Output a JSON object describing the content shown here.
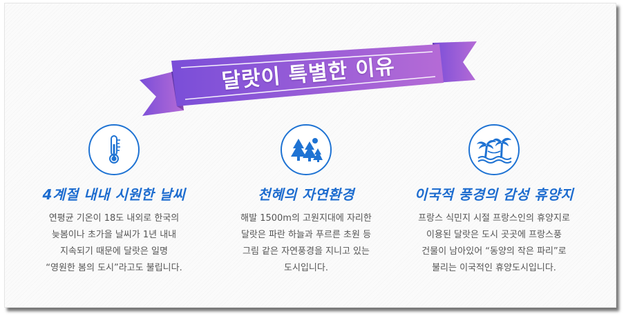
{
  "banner": {
    "title": "달랏이 특별한 이유"
  },
  "features": [
    {
      "icon": "thermometer-icon",
      "title": "4계절 내내 시원한 날씨",
      "lines": [
        "연평균 기온이 18도 내외로 한국의",
        "늦봄이나 초가을 날씨가 1년 내내",
        "지속되기 때문에 달랏은 일명",
        "“영원한 봄의 도시”라고도 불립니다."
      ]
    },
    {
      "icon": "pine-trees-icon",
      "title": "천혜의 자연환경",
      "lines": [
        "해발 1500m의 고원지대에 자리한",
        "달랏은 파란 하늘과 푸르른 초원 등",
        "그림 같은 자연풍경을 지니고 있는",
        "도시입니다."
      ]
    },
    {
      "icon": "palm-trees-icon",
      "title": "이국적 풍경의 감성 휴양지",
      "lines": [
        "프랑스 식민지 시절 프랑스인의 휴양지로",
        "이용된 달랏은 도시 곳곳에 프랑스풍",
        "건물이 남아있어 “동양의 작은 파리”로",
        "불리는 이국적인 휴양도시입니다."
      ]
    }
  ],
  "colors": {
    "accent": "#1d6ccf",
    "banner_left": "#7b4fd8",
    "banner_right": "#b06ad6",
    "text": "#555555"
  }
}
